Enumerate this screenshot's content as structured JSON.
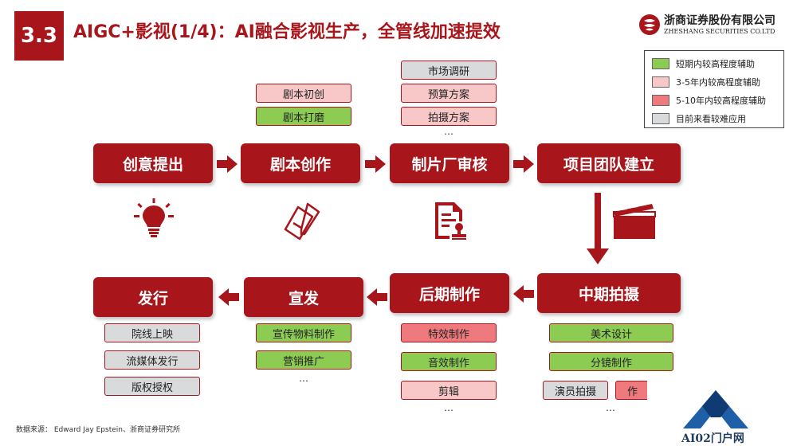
{
  "header": {
    "section_number": "3.3",
    "title": "AIGC+影视(1/4)：AI融合影视生产，全管线加速提效"
  },
  "brand": {
    "name_cn": "浙商证券股份有限公司",
    "name_en": "ZHESHANG SECURITIES CO.LTD"
  },
  "legend": {
    "items": [
      {
        "label": "短期内较高程度辅助",
        "color": "#8ccc53"
      },
      {
        "label": "3-5年内较高程度辅助",
        "color": "#f8c8c8"
      },
      {
        "label": "5-10年内较高程度辅助",
        "color": "#ef7a7d"
      },
      {
        "label": "目前来看较难应用",
        "color": "#d9dadc"
      }
    ]
  },
  "stages": {
    "s1": "创意提出",
    "s2": "剧本创作",
    "s3": "制片厂审核",
    "s4": "项目团队建立",
    "s5": "中期拍摄",
    "s6": "后期制作",
    "s7": "宣发",
    "s8": "发行"
  },
  "tags": {
    "script": [
      "剧本初创",
      "剧本打磨"
    ],
    "review": [
      "市场调研",
      "预算方案",
      "拍摄方案"
    ],
    "shooting": [
      "美术设计",
      "分镜制作",
      "演员拍摄",
      "作"
    ],
    "post": [
      "特效制作",
      "音效制作",
      "剪辑"
    ],
    "promo": [
      "宣传物料制作",
      "营销推广"
    ],
    "release": [
      "院线上映",
      "流媒体发行",
      "版权授权"
    ]
  },
  "ellipsis": "…",
  "source": "数据来源： Edward Jay Epstein、浙商证券研究所",
  "watermark_text": "AI02门户网",
  "icons": [
    "lightbulb-icon",
    "pen-paper-icon",
    "document-stamp-icon",
    "clapperboard-icon"
  ]
}
